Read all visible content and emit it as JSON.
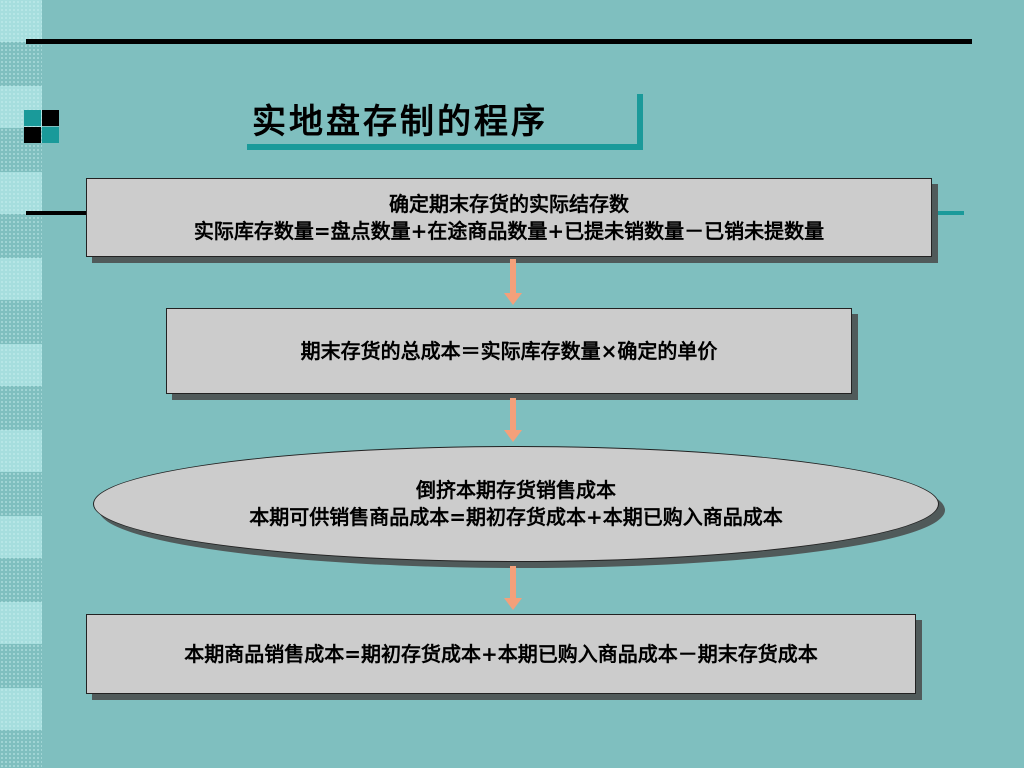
{
  "title": "实地盘存制的程序",
  "colors": {
    "background": "#7fbfbf",
    "node_fill": "#cccccc",
    "arrow": "#f4a07a",
    "accent": "#1a9a9a"
  },
  "steps": [
    {
      "line1": "确定期末存货的实际结存数",
      "line2": "实际库存数量=盘点数量+在途商品数量+已提未销数量－已销未提数量"
    },
    {
      "line1": "期末存货的总成本＝实际库存数量×确定的单价"
    },
    {
      "line1": "倒挤本期存货销售成本",
      "line2": "本期可供销售商品成本=期初存货成本+本期已购入商品成本"
    },
    {
      "line1": "本期商品销售成本=期初存货成本+本期已购入商品成本－期末存货成本"
    }
  ]
}
